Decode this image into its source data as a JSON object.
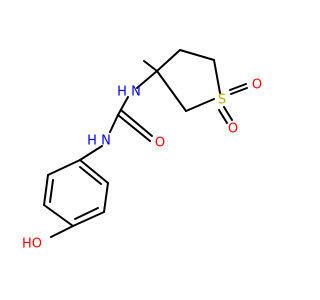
{
  "colors": {
    "bond": "#000000",
    "nitrogen": "#0000ff",
    "oxygen": "#ff0000",
    "sulfur": "#b3b300"
  },
  "molecule": {
    "labels": {
      "nh_upper": "N",
      "h_upper": "H",
      "nh_lower": "N",
      "h_lower": "H",
      "carbonyl_o": "O",
      "sulfur": "S",
      "sulfone_o_top": "O",
      "sulfone_o_bottom": "O",
      "hydroxyl": "HO"
    }
  }
}
